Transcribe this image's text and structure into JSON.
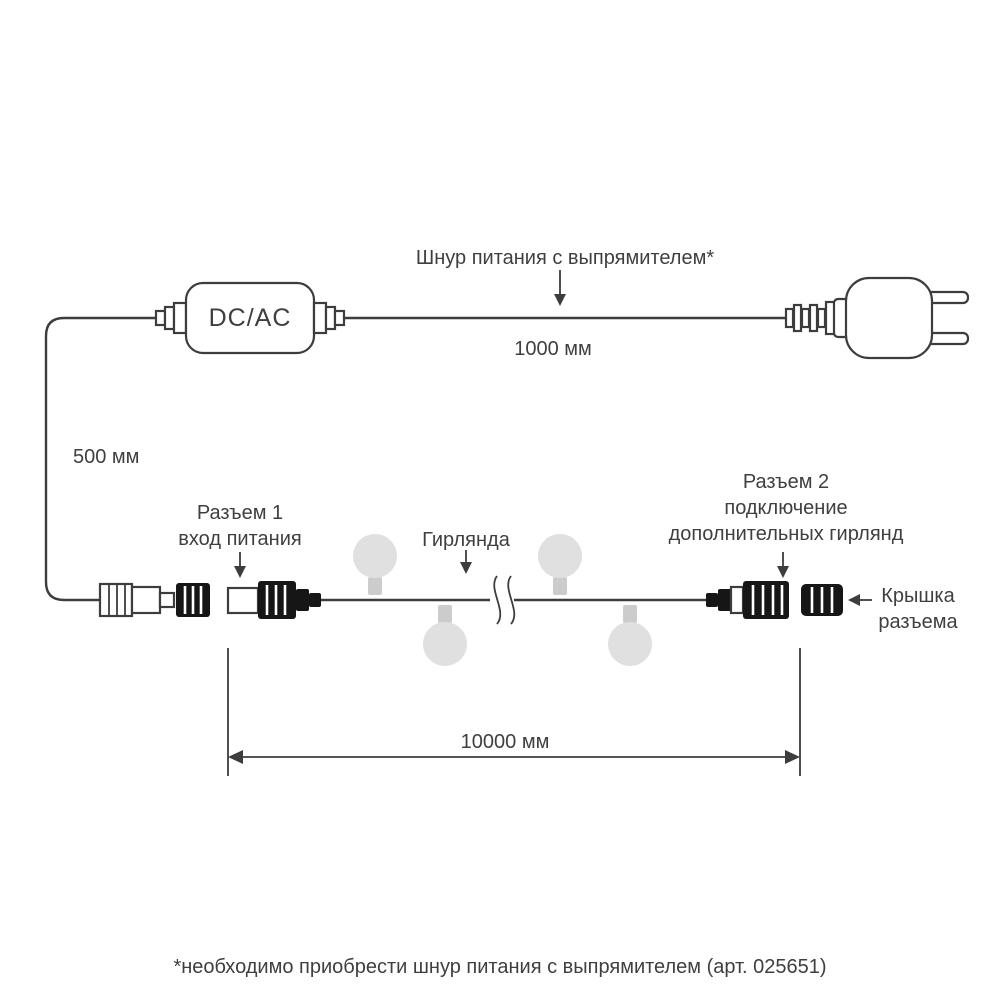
{
  "labels": {
    "power_cord": "Шнур питания с выпрямителем*",
    "power_cord_length": "1000 мм",
    "adapter": "DC/AC",
    "drop_length": "500 мм",
    "connector1": {
      "line1": "Разъем 1",
      "line2": "вход питания"
    },
    "garland": "Гирлянда",
    "connector2": {
      "line1": "Разъем 2",
      "line2": "подключение",
      "line3": "дополнительных гирлянд"
    },
    "cap": {
      "line1": "Крышка",
      "line2": "разъема"
    },
    "garland_length": "10000 мм",
    "footnote": "*необходимо приобрести шнур питания с выпрямителем (арт. 025651)"
  },
  "colors": {
    "background": "#ffffff",
    "line": "#3d3d3d",
    "text": "#3f3f3f",
    "dark": "#161616",
    "bulb": "#e0e0e0",
    "socket": "#cccccc"
  }
}
